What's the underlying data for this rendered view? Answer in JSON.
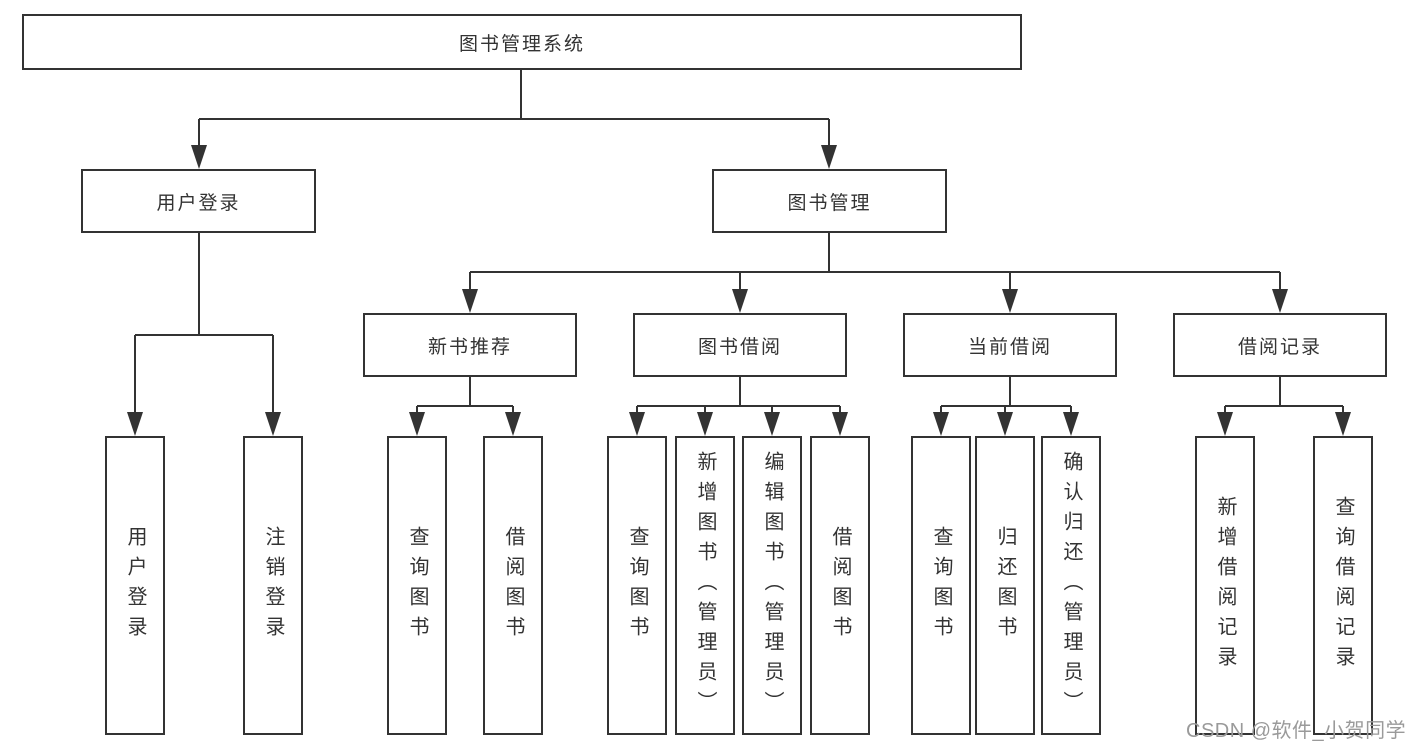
{
  "diagram": {
    "root": {
      "label": "图书管理系统"
    },
    "level2": {
      "user_login": {
        "label": "用户登录"
      },
      "book_mgmt": {
        "label": "图书管理"
      }
    },
    "level3": {
      "new_books": {
        "label": "新书推荐"
      },
      "book_borrow": {
        "label": "图书借阅"
      },
      "current_borrow": {
        "label": "当前借阅"
      },
      "borrow_records": {
        "label": "借阅记录"
      }
    },
    "leaves": {
      "login": {
        "label": "用户登录"
      },
      "logout": {
        "label": "注销登录"
      },
      "nb_query": {
        "label": "查询图书"
      },
      "nb_borrow": {
        "label": "借阅图书"
      },
      "bw_query": {
        "label": "查询图书"
      },
      "bw_add": {
        "label": "新增图书（管理员）"
      },
      "bw_edit": {
        "label": "编辑图书（管理员）"
      },
      "bw_borrow": {
        "label": "借阅图书"
      },
      "cur_query": {
        "label": "查询图书"
      },
      "cur_return": {
        "label": "归还图书"
      },
      "cur_confirm": {
        "label": "确认归还（管理员）"
      },
      "rec_add": {
        "label": "新增借阅记录"
      },
      "rec_query": {
        "label": "查询借阅记录"
      }
    }
  },
  "watermark": {
    "text": "CSDN @软件_小贺同学"
  },
  "colors": {
    "line": "#333333",
    "box_border": "#333333",
    "text": "#333333",
    "background": "#ffffff",
    "watermark": "#9a9a9a"
  }
}
